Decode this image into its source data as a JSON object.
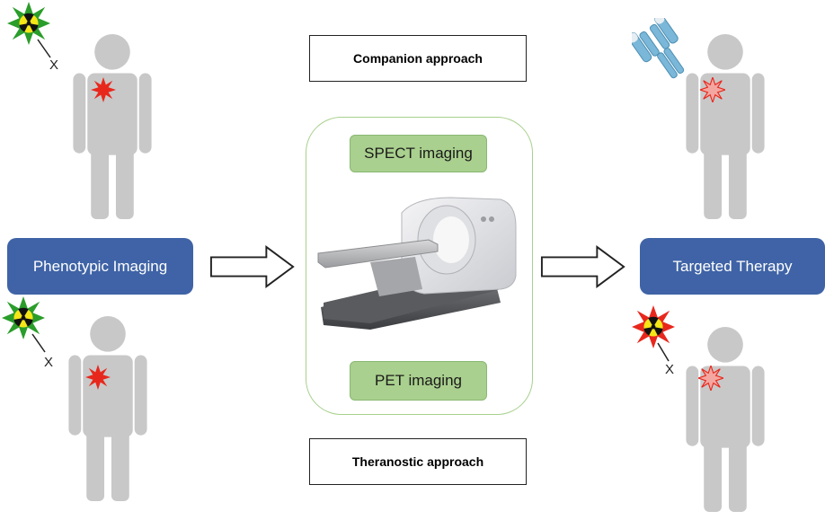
{
  "left_label": "Phenotypic Imaging",
  "right_label": "Targeted Therapy",
  "top_approach": "Companion approach",
  "bottom_approach": "Theranostic approach",
  "spect_label": "SPECT imaging",
  "pet_label": "PET imaging",
  "x_mark": "X",
  "colors": {
    "blue_box": "#3f63a6",
    "green_box": "#a9d08e",
    "panel_border": "#a8d08d",
    "human": "#c8c8c8",
    "tumor_red": "#e8271c",
    "tumor_pink": "#f4a6a0",
    "radio_yellow": "#f5e617",
    "radio_green_star": "#2a9d2a",
    "radio_red_star": "#e8271c",
    "antibody": "#7ab7d8"
  }
}
